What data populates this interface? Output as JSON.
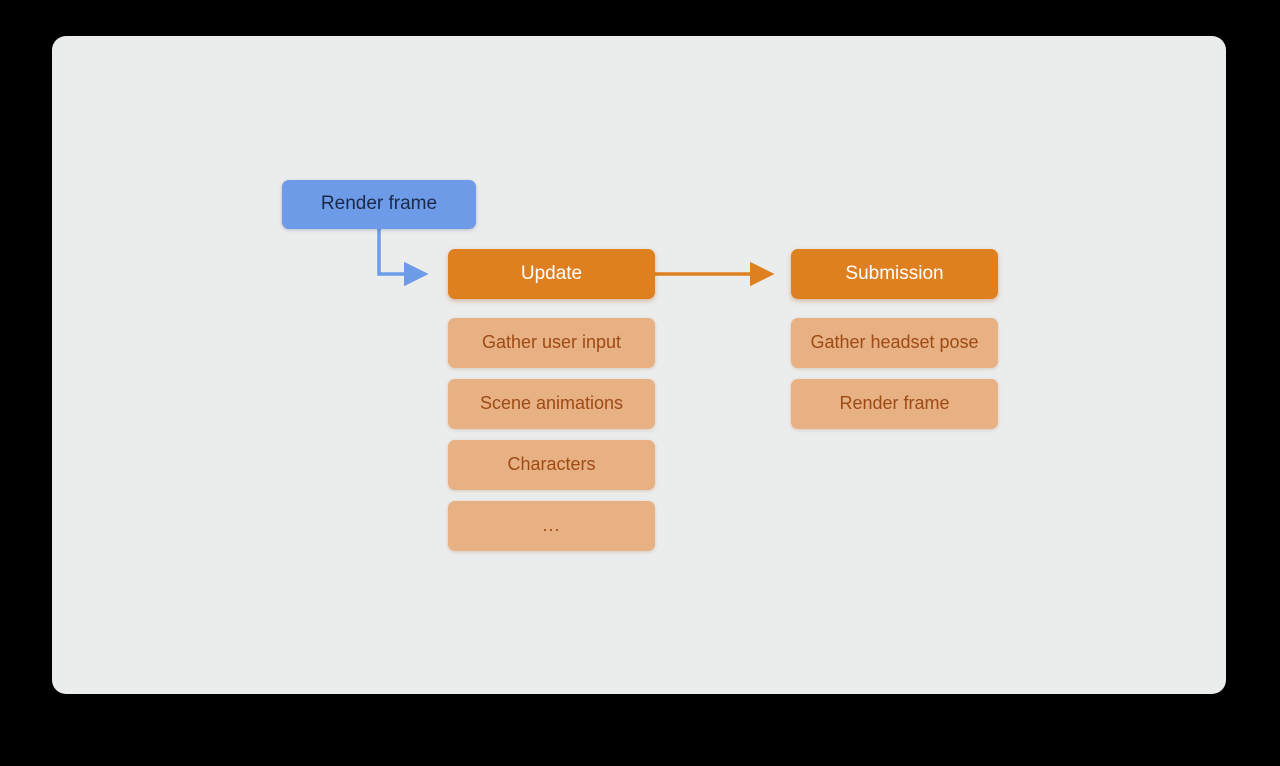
{
  "canvas": {
    "background_color": "#ebecec",
    "page_background_color": "#000000"
  },
  "palette": {
    "blue": "#6d9be8",
    "blue_text": "#1b2a48",
    "orange": "#df8020",
    "orange_text": "#ffffff",
    "tan": "#e8b183",
    "tan_text": "#9d4a15",
    "blue_arrow": "#6d9be8",
    "orange_arrow": "#df8020"
  },
  "diagram": {
    "type": "flow",
    "entry_node": {
      "label": "Render frame",
      "style": "blue"
    },
    "stages": [
      {
        "label": "Update",
        "style": "orange",
        "details": [
          {
            "label": "Gather user input",
            "style": "tan"
          },
          {
            "label": "Scene animations",
            "style": "tan"
          },
          {
            "label": "Characters",
            "style": "tan"
          },
          {
            "label": "...",
            "style": "tan"
          }
        ]
      },
      {
        "label": "Submission",
        "style": "orange",
        "details": [
          {
            "label": "Gather headset pose",
            "style": "tan"
          },
          {
            "label": "Render frame",
            "style": "tan"
          }
        ]
      }
    ],
    "connectors": [
      {
        "name": "render-frame-to-update",
        "from": "Render frame",
        "to": "Update",
        "shape": "elbow",
        "color": "#6d9be8"
      },
      {
        "name": "update-to-submission",
        "from": "Update",
        "to": "Submission",
        "shape": "straight",
        "color": "#df8020"
      }
    ]
  }
}
